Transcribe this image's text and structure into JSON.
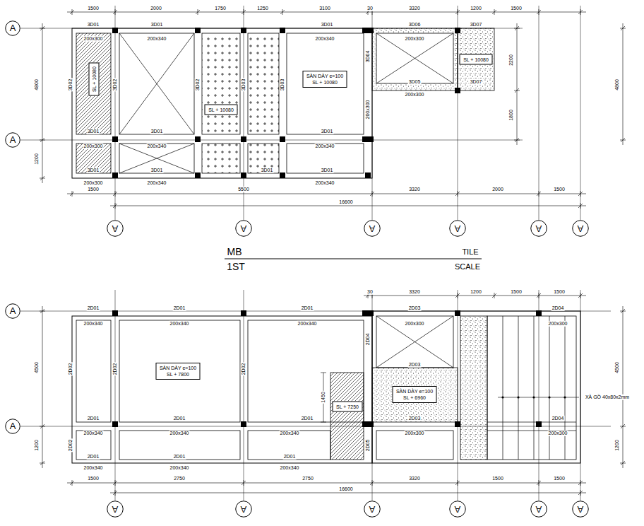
{
  "diagram": {
    "nodes": [
      {
        "text": [
          "A"
        ]
      },
      {
        "text": [
          "A"
        ]
      },
      {
        "text": [
          "SL + 10080"
        ]
      },
      {
        "text": [
          "SL + 10080"
        ]
      },
      {
        "text": [
          "SÀN DÀY e=100",
          "SL + 10080"
        ]
      },
      {
        "text": [
          "SL + 10080"
        ]
      },
      {
        "text": [
          "A"
        ]
      },
      {
        "text": [
          "A"
        ]
      },
      {
        "text": [
          "A"
        ]
      },
      {
        "text": [
          "A"
        ]
      },
      {
        "text": [
          "A"
        ]
      },
      {
        "text": [
          "A"
        ]
      },
      {
        "text": [
          "A"
        ]
      },
      {
        "text": [
          "A"
        ]
      },
      {
        "text": [
          "SÀN DÀY e=100",
          "SL + 7800"
        ]
      },
      {
        "text": [
          "SL + 7250"
        ]
      },
      {
        "text": [
          "SÀN DÀY e=100",
          "SL + 6960"
        ]
      },
      {
        "text": [
          "A"
        ]
      },
      {
        "text": [
          "A"
        ]
      },
      {
        "text": [
          "A"
        ]
      },
      {
        "text": [
          "A"
        ]
      },
      {
        "text": [
          "A"
        ]
      },
      {
        "text": [
          "A"
        ]
      }
    ],
    "labels": [
      "1500",
      "2000",
      "1750",
      "1250",
      "3100",
      "30",
      "3320",
      "1200",
      "1500",
      "3D01",
      "3D01",
      "3D01",
      "3D06",
      "3D07",
      "200x300",
      "200x340",
      "200x340",
      "200x300",
      "3D02",
      "3D02",
      "3D02",
      "3D03",
      "3D03",
      "3D04",
      "200x300",
      "3D01",
      "3D01",
      "3D01",
      "200x300",
      "200x340",
      "200x340",
      "3D01",
      "3D01",
      "3D01",
      "3D01",
      "200x300",
      "200x340",
      "200x340",
      "3D05",
      "200x300",
      "3D07",
      "1500",
      "5500",
      "3320",
      "2000",
      "1500",
      "16600",
      "4800",
      "1200",
      "2200",
      "1800",
      "4800",
      "MB",
      "1ST",
      "TILE",
      "SCALE",
      "30",
      "3320",
      "1200",
      "1500",
      "1500",
      "2D01",
      "2D01",
      "2D01",
      "2D03",
      "2D04",
      "200x340",
      "200x340",
      "200x340",
      "200x300",
      "200x300",
      "2D02",
      "2D02",
      "2D02",
      "2D04",
      "1450",
      "2D03",
      "2D01",
      "2D01",
      "2D01",
      "2D03",
      "2D04",
      "200x340",
      "200x340",
      "200x340",
      "200x300",
      "200x300",
      "2D02",
      "2D05",
      "2D01",
      "2D01",
      "2D01",
      "200x340",
      "200x340",
      "200x340",
      "1500",
      "2750",
      "2750",
      "3320",
      "1500",
      "1500",
      "16600",
      "4500",
      "1200",
      "4500",
      "1200",
      "XÀ GỒ 40x80x2mm"
    ]
  }
}
